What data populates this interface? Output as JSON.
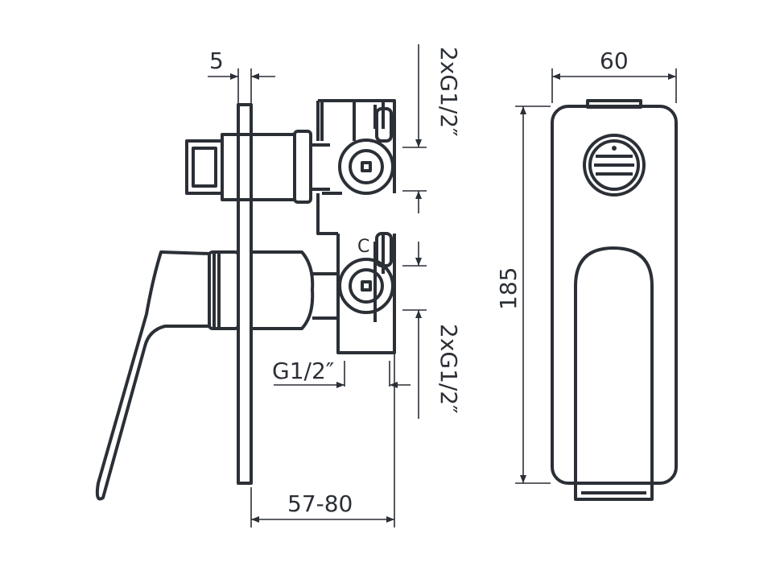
{
  "dimensions": {
    "plate_thickness": "5",
    "width": "60",
    "height": "185",
    "depth": "57-80",
    "inlet_connection": "G1/2″",
    "outlet_connections_top": "2xG1/2″",
    "outlet_connections_bottom": "2xG1/2″"
  },
  "symbol": "C"
}
